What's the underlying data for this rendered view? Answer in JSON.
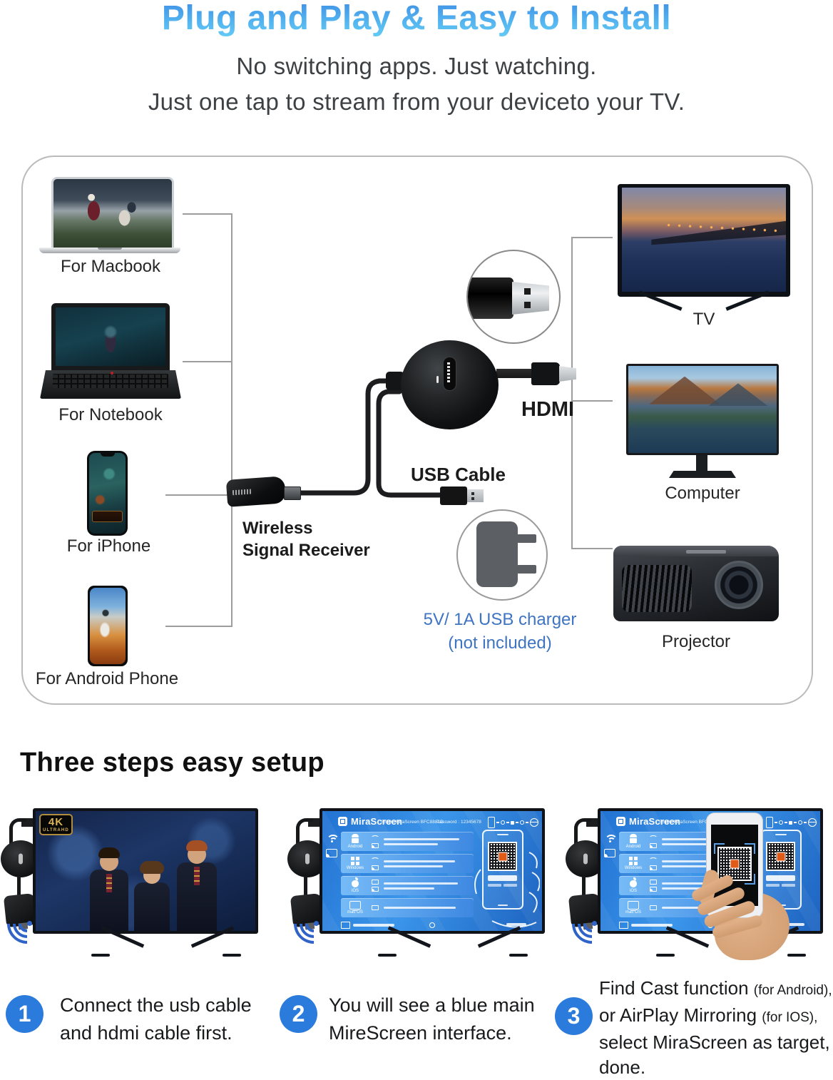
{
  "header": {
    "title": "Plug and Play & Easy to Install",
    "subtitle1": "No switching apps. Just watching.",
    "subtitle2": "Just one tap to stream from your deviceto your TV."
  },
  "diagram": {
    "sources": {
      "macbook": "For Macbook",
      "notebook": "For Notebook",
      "iphone": "For iPhone",
      "android": "For Android Phone"
    },
    "receiver_label1": "Wireless",
    "receiver_label2": "Signal Receiver",
    "usb_cable_label": "USB Cable",
    "hdmi_label": "HDMI",
    "charger_label1": "5V/ 1A USB charger",
    "charger_label2": "(not included)",
    "outputs": {
      "tv": "TV",
      "computer": "Computer",
      "projector": "Projector"
    }
  },
  "setup": {
    "heading": "Three steps easy setup",
    "badge": {
      "line1": "4K",
      "line2": "ULTRAHD"
    },
    "tv_ui": {
      "brand": "MiraScreen",
      "ssid": "SSID : MiraScreen BFC8881D",
      "password": "Password : 12345678",
      "platforms": {
        "android": "Android",
        "windows": "Windows",
        "ios": "iOS",
        "mac": "mac OS"
      }
    },
    "steps": {
      "s1": {
        "num": "1",
        "line1": "Connect the usb cable",
        "line2": "and hdmi cable first."
      },
      "s2": {
        "num": "2",
        "line1": "You will see a blue main",
        "line2": "MireScreen interface."
      },
      "s3": {
        "num": "3",
        "l1a": "Find Cast function ",
        "l1b": "(for Android),",
        "l2a": "or AirPlay Mirroring ",
        "l2b": "(for IOS),",
        "l3": "select MiraScreen as target,",
        "l4": "done."
      }
    }
  },
  "colors": {
    "accent_blue": "#2b7bdd",
    "charger_blue": "#3e74c2",
    "wifi_blue": "#2f63c8",
    "ui_blue": "#2272d2"
  }
}
